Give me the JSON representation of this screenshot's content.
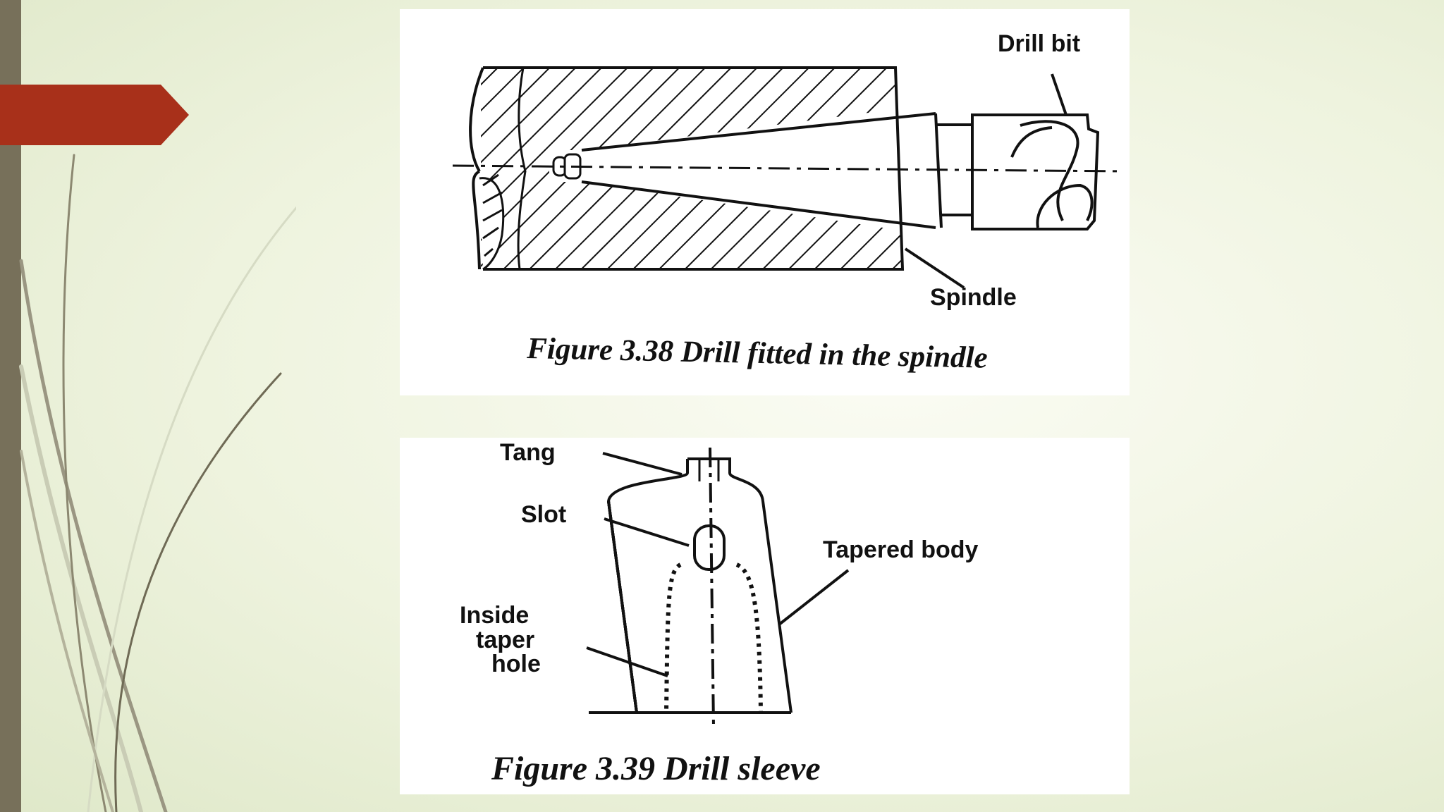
{
  "slide": {
    "accent_color": "#a8301a",
    "sidebar_color": "#77705a",
    "background_color": "#eef3de"
  },
  "figure_top": {
    "label_drill_bit": "Drill bit",
    "label_spindle": "Spindle",
    "caption": "Figure 3.38 Drill fitted in the spindle"
  },
  "figure_bottom": {
    "label_tang": "Tang",
    "label_slot": "Slot",
    "label_tapered_body": "Tapered body",
    "label_inside_line1": "Inside",
    "label_inside_line2": "taper",
    "label_inside_line3": "hole",
    "caption": "Figure 3.39 Drill sleeve"
  }
}
